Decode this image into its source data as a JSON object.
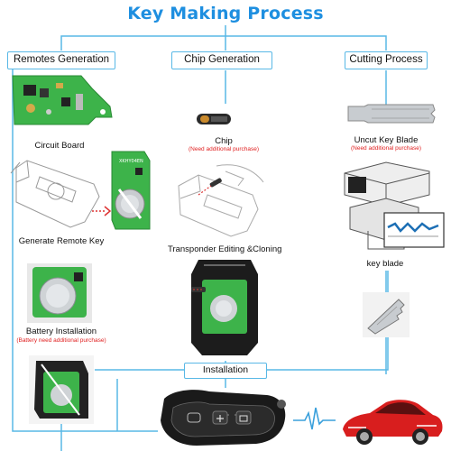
{
  "title": "Key Making Process",
  "columns": {
    "remotes": "Remotes Generation",
    "chip": "Chip Generation",
    "cutting": "Cutting Process"
  },
  "steps": {
    "circuit_board": "Circuit Board",
    "generate_remote_key": "Generate Remote Key",
    "battery_installation": "Battery Installation",
    "battery_note": "(Battery need additional purchase)",
    "chip": "Chip",
    "chip_note": "(Need additional purchase)",
    "transponder": "Transponder Editing &Cloning",
    "uncut_key_blade": "Uncut Key  Blade",
    "uncut_note": "(Need additional purchase)",
    "key_blade": "key blade",
    "installation": "Installation"
  },
  "pcb_text": "XKHY04EN",
  "colors": {
    "title": "#1e8fe0",
    "line": "#58b8e6",
    "note": "#e02020",
    "pcb": "#3db34a",
    "car": "#d81e1e"
  }
}
